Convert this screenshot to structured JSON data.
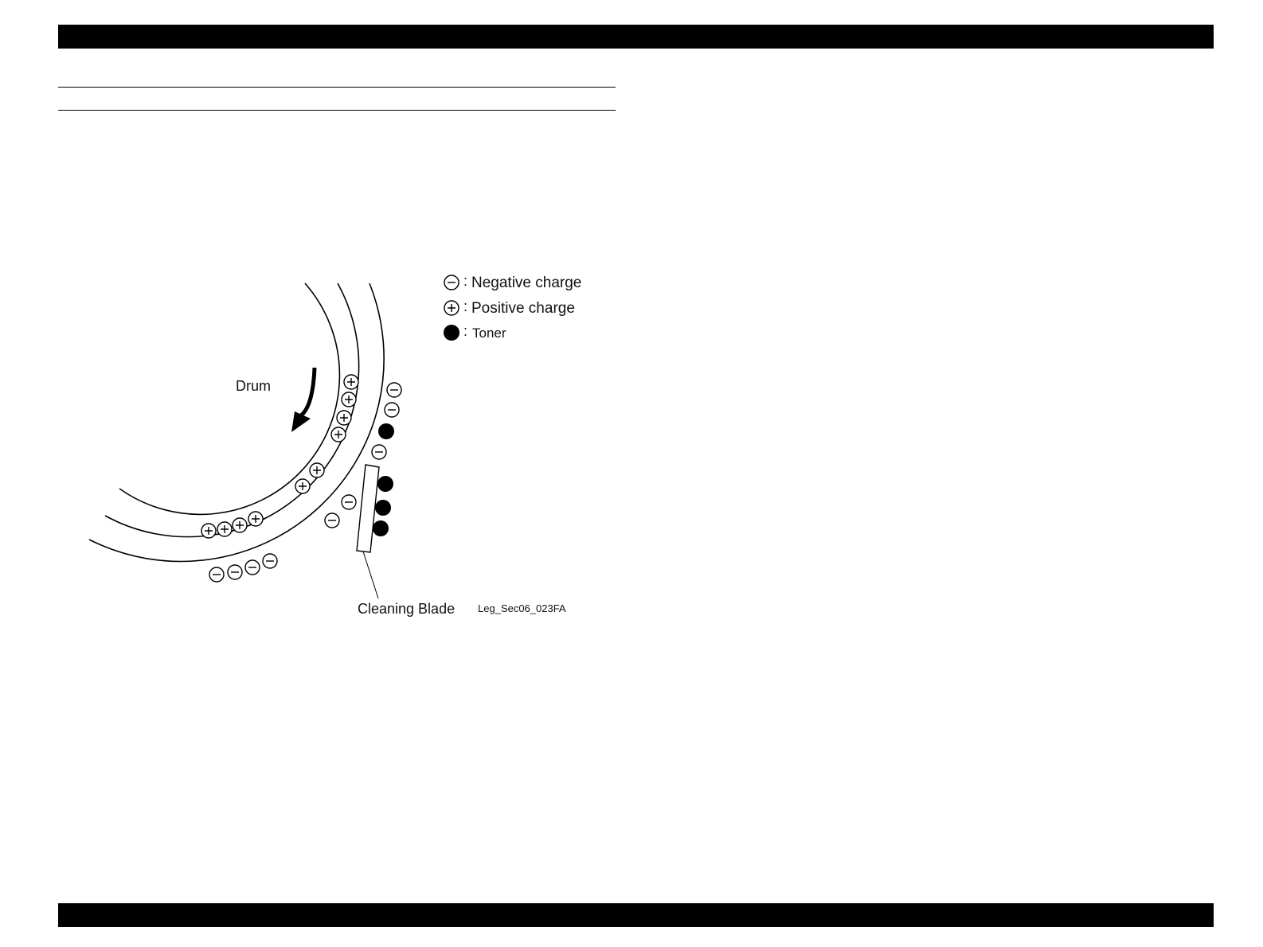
{
  "diagram": {
    "drum_label": "Drum",
    "blade_label": "Cleaning Blade",
    "figure_id": "Leg_Sec06_023FA",
    "legend": {
      "negative_label": "Negative charge",
      "positive_label": "Positive charge",
      "toner_label": "Toner"
    },
    "counts": {
      "positive_charges": 10,
      "negative_charges": 9,
      "toner_particles": 4
    }
  }
}
